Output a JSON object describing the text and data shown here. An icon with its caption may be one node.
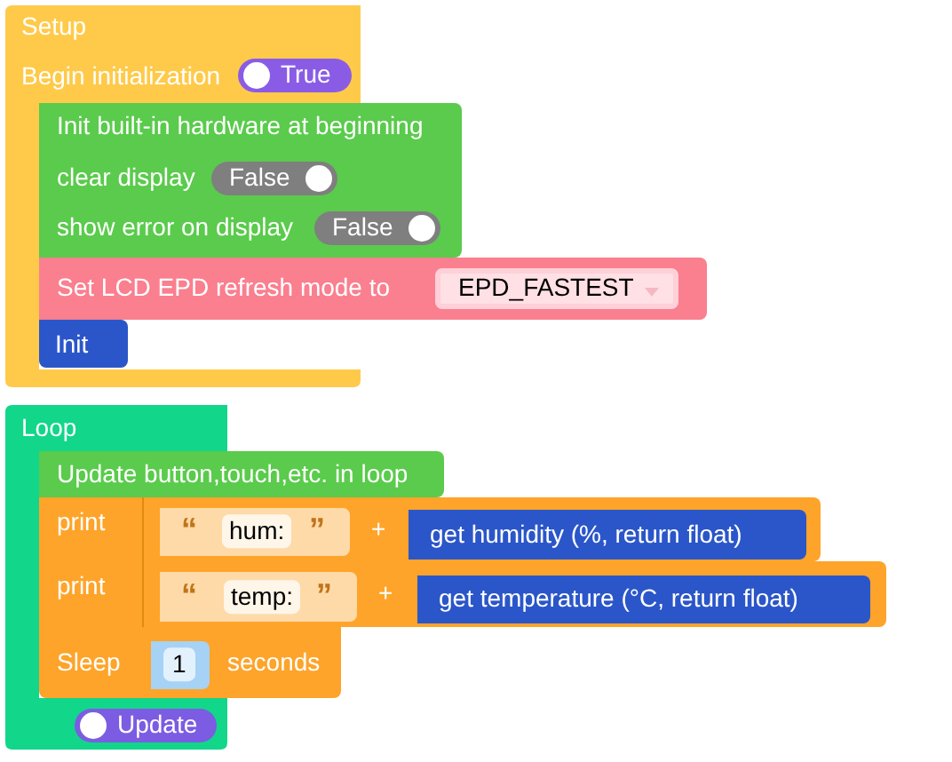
{
  "diagram": {
    "nodes": [
      {
        "text": [
          "Setup",
          "Begin initialization"
        ]
      },
      {
        "text": [
          "True"
        ],
        "in": 0
      },
      {
        "text": [
          "Init built-in hardware at beginning",
          "clear display",
          "show error on display"
        ]
      },
      {
        "text": [
          "False"
        ],
        "in": 2
      },
      {
        "text": [
          "False"
        ],
        "in": 2
      },
      {
        "text": [
          "Set LCD EPD refresh mode to"
        ]
      },
      {
        "text": [
          "EPD_FASTEST"
        ],
        "in": 5
      },
      {
        "text": [
          "Init"
        ],
        "in": 0
      },
      {
        "text": [
          "Loop"
        ]
      },
      {
        "text": [
          "Update button,touch,etc. in loop"
        ]
      },
      {
        "text": [
          "print",
          "+"
        ]
      },
      {
        "text": [
          "“",
          "hum:",
          "”"
        ],
        "in": 10
      },
      {
        "text": [
          "get humidity (%, return float)"
        ],
        "in": 10
      },
      {
        "text": [
          "print",
          "+"
        ]
      },
      {
        "text": [
          "“",
          "temp:",
          "”"
        ],
        "in": 13
      },
      {
        "text": [
          "get temperature (°C, return float)"
        ],
        "in": 13
      },
      {
        "text": [
          "Sleep",
          "seconds"
        ]
      },
      {
        "text": [
          "1"
        ],
        "in": 16
      },
      {
        "text": [
          "Update"
        ],
        "in": 8
      }
    ]
  }
}
